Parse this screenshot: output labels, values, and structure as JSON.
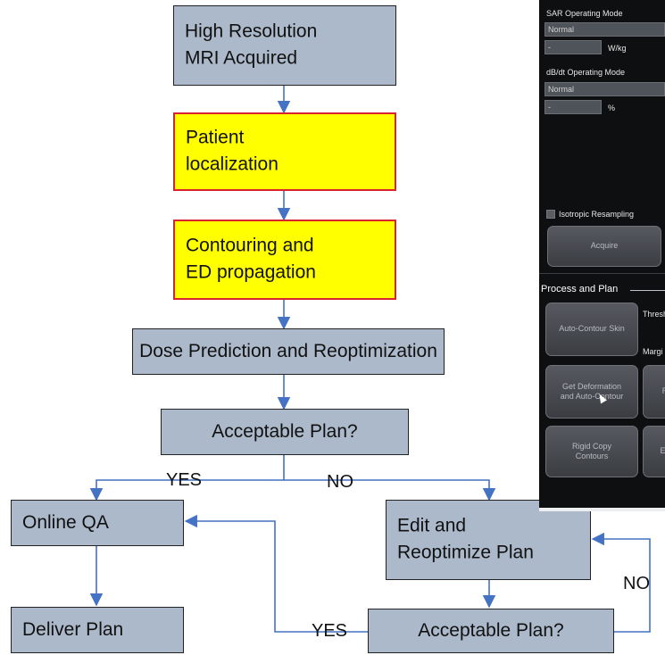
{
  "flowchart": {
    "nodes": {
      "mri": "High Resolution\nMRI Acquired",
      "patient": "Patient\nlocalization",
      "contour": "Contouring and\nED propagation",
      "dose": "Dose Prediction and Reoptimization",
      "accept1": "Acceptable Plan?",
      "online_qa": "Online QA",
      "edit": "Edit and\nReoptimize Plan",
      "deliver": "Deliver Plan",
      "accept2": "Acceptable Plan?"
    },
    "edge_labels": {
      "yes_top": "YES",
      "no_top": "NO",
      "no_right": "NO",
      "yes_bottom": "YES"
    },
    "colors": {
      "node_fill": "#acb9ca",
      "highlight_fill": "#ffff00",
      "highlight_border": "#d9232e",
      "arrow": "#4472c4"
    }
  },
  "screenshot_panel": {
    "sar_label": "SAR Operating Mode",
    "sar_value": "Normal",
    "sar_number": "-",
    "sar_unit": "W/kg",
    "dbdt_label": "dB/dt Operating Mode",
    "dbdt_value": "Normal",
    "dbdt_number": "-",
    "dbdt_unit": "%",
    "isotropic_label": "Isotropic Resampling",
    "acquire_label": "Acquire",
    "section_title": "Process and Plan",
    "auto_contour_label": "Auto-Contour Skin",
    "threshold_label": "Thresh",
    "margin_label": "Margi",
    "deformation_label": "Get Deformation\nand Auto-Contour",
    "partial_r_label": "R",
    "rigid_copy_label": "Rigid Copy\nContours",
    "partial_ed_label": "Ed"
  }
}
